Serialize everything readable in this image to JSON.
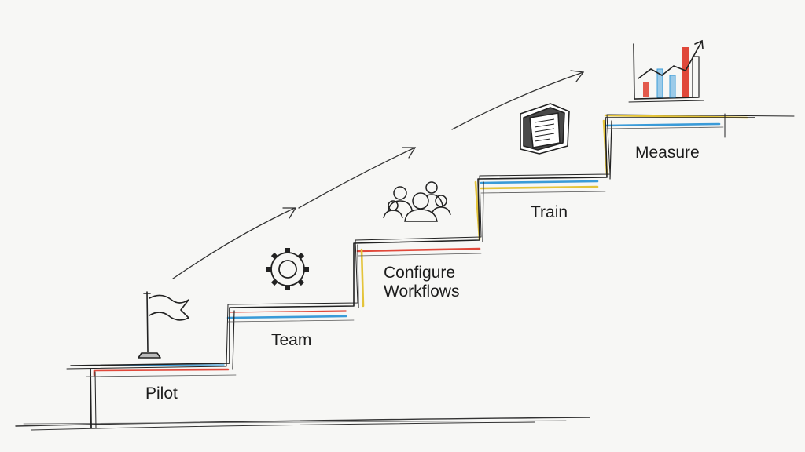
{
  "steps": [
    {
      "label": "Pilot",
      "icon": "flag-icon"
    },
    {
      "label": "Team",
      "icon": "gear-icon"
    },
    {
      "label": "Configure\nWorkflows",
      "icon": "people-icon"
    },
    {
      "label": "Train",
      "icon": "book-icon"
    },
    {
      "label": "Measure",
      "icon": "bar-chart-icon"
    }
  ],
  "colors": {
    "ink": "#222222",
    "red": "#e0483a",
    "blue": "#3a9bd8",
    "yellow": "#e4c43a",
    "gray": "#888888"
  }
}
